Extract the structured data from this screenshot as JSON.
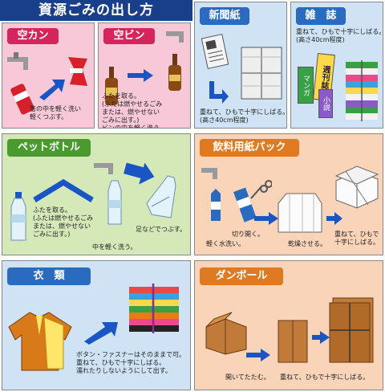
{
  "title": "資源ごみの出し方",
  "can": {
    "label": "空カン",
    "text": "缶の中を軽く洗い\n軽くつぶす。"
  },
  "bin": {
    "label": "空ビン",
    "text": "ふたを取る。\n(ふたは燃やせるごみ\nまたは、燃やせない\nごみに出す。)\nビンの中を軽く洗う。"
  },
  "newspaper": {
    "label": "新聞紙",
    "text": "重ねて、ひもで十字にしばる。\n(高さ40cm程度)"
  },
  "magazine": {
    "label": "雑　誌",
    "text": "重ねて、ひもで十字にしばる。\n(高さ40cm程度)",
    "book1": "週刊誌",
    "book2": "マンガ",
    "book3": "小説"
  },
  "pet": {
    "label": "ペットボトル",
    "text1": "ふたを取る。\n(ふたは燃やせるごみ\nまたは、燃やせない\nごみに出す。)",
    "text2": "中を軽く洗う。",
    "text3": "足などでつぶす。"
  },
  "carton": {
    "label": "飲料用紙パック",
    "text1": "軽く水洗い。",
    "text2": "切り開く。",
    "text3": "乾燥させる。",
    "text4": "重ねて、ひもで\n十字にしばる。"
  },
  "clothes": {
    "label": "衣　類",
    "text": "ボタン・ファスナーはそのままで可。\n重ねて、ひもで十字にしばる。\n濡れたりしないようにして出す。"
  },
  "cardboard": {
    "label": "ダンボール",
    "text1": "開いてたたむ。",
    "text2": "重ねて、ひもで十字にしばる。"
  }
}
